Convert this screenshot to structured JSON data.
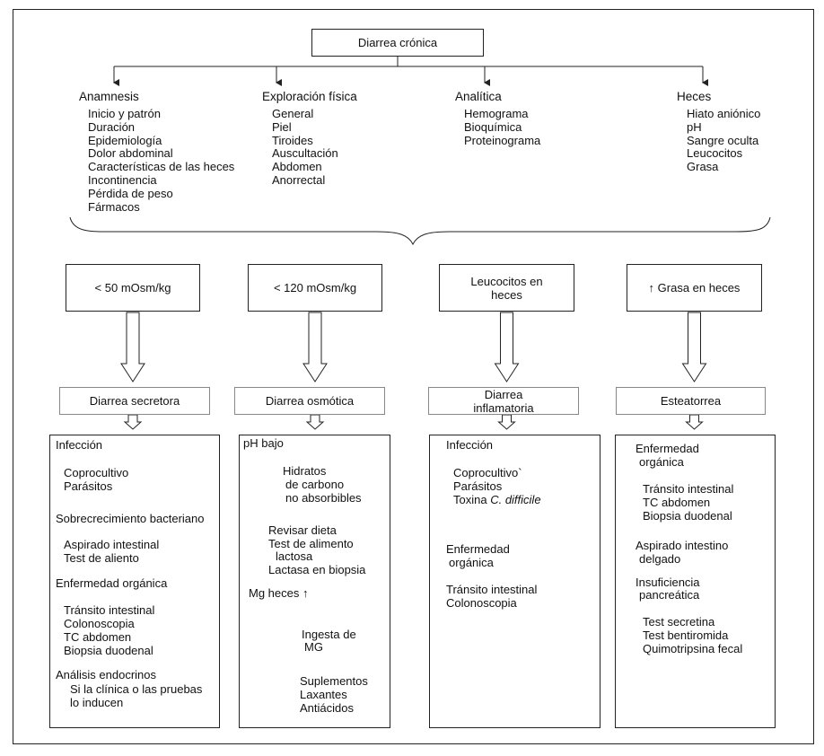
{
  "root": {
    "label": "Diarrea crónica"
  },
  "evaluation": [
    {
      "heading": "Anamnesis",
      "items": [
        "Inicio y patrón",
        "Duración",
        "Epidemiología",
        "Dolor abdominal",
        "Características de las heces",
        "Incontinencia",
        "Pérdida de peso",
        "Fármacos"
      ]
    },
    {
      "heading": "Exploración física",
      "items": [
        "General",
        "Piel",
        "Tiroides",
        "Auscultación",
        "Abdomen",
        "Anorrectal"
      ]
    },
    {
      "heading": "Analítica",
      "items": [
        "Hemograma",
        "Bioquímica",
        "Proteinograma"
      ]
    },
    {
      "heading": "Heces",
      "items": [
        "Hiato aniónico",
        "pH",
        "Sangre oculta",
        "Leucocitos",
        "Grasa"
      ]
    }
  ],
  "criteria": [
    "< 50 mOsm/kg",
    "< 120 mOsm/kg",
    "Leucocitos en heces",
    "↑ Grasa en heces"
  ],
  "types": [
    "Diarrea secretora",
    "Diarrea osmótica",
    "Diarrea inflamatoria",
    "Esteatorrea"
  ],
  "workup": [
    [
      "Infección",
      "Coprocultivo",
      "Parásitos",
      "Sobrecrecimiento bacteriano",
      "Aspirado intestinal",
      "Test de aliento",
      "Enfermedad orgánica",
      "Tránsito intestinal",
      "Colonoscopia",
      "TC abdomen",
      "Biopsia duodenal",
      "Análisis endocrinos",
      "Si la clínica o las pruebas",
      "lo inducen"
    ],
    [
      "pH bajo",
      "Hidratos",
      "de carbono",
      "no absorbibles",
      "Revisar dieta",
      "Test de alimento",
      "lactosa",
      "Lactasa en biopsia",
      "Mg heces ↑",
      "Ingesta de",
      "MG",
      "Suplementos",
      "Laxantes",
      "Antiácidos"
    ],
    [
      "Infección",
      "Coprocultivo`",
      "Parásitos",
      "Toxina ",
      "Enfermedad",
      "orgánica",
      "Tránsito intestinal",
      "Colonoscopia"
    ],
    [
      "Enfermedad",
      "orgánica",
      "Tránsito intestinal",
      "TC abdomen",
      "Biopsia duodenal",
      "Aspirado intestino",
      "delgado",
      "Insuficiencia",
      "pancreática",
      "Test secretina",
      "Test bentiromida",
      "Quimotripsina fecal"
    ]
  ],
  "italic_term": "C. difficile"
}
